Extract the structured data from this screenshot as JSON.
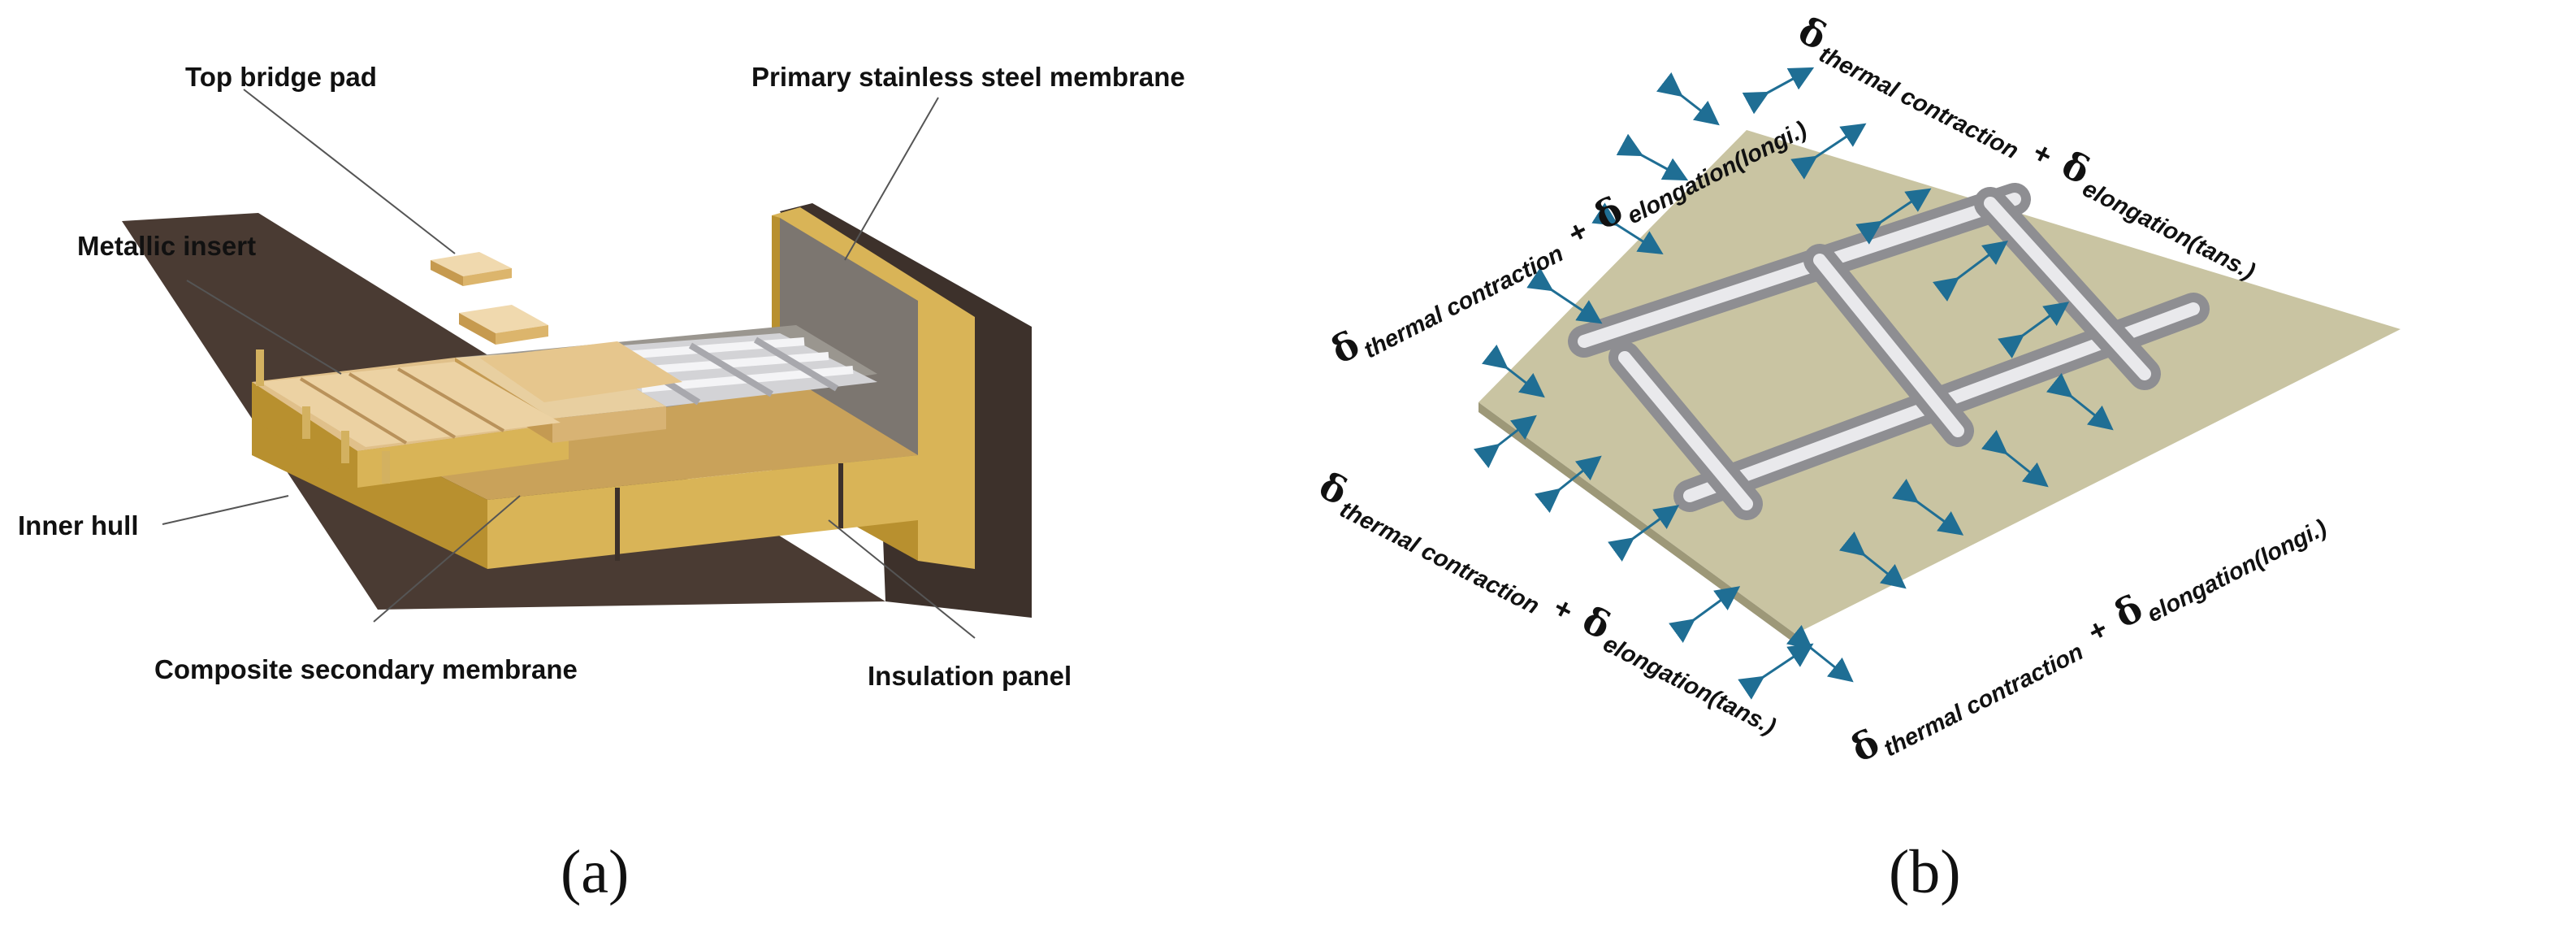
{
  "figure_a": {
    "label": "(a)",
    "callouts": {
      "top_bridge_pad": "Top bridge pad",
      "primary_membrane": "Primary stainless steel membrane",
      "metallic_insert": "Metallic insert",
      "inner_hull": "Inner hull",
      "composite_membrane": "Composite secondary membrane",
      "insulation_panel": "Insulation panel"
    }
  },
  "figure_b": {
    "label": "(b)",
    "delta": "δ",
    "plus": "+",
    "thermal": "thermal contraction",
    "elong_longi": "elongation(longi.)",
    "elong_tans": "elongation(tans.)"
  },
  "colors": {
    "insulation": "#d9b457",
    "insulation_dark": "#b8902f",
    "plywood": "#e8cfa0",
    "hull": "#4a3b33",
    "steel": "#c9c9cc",
    "membrane": "#c9c4a2",
    "arrow": "#1f6e94"
  }
}
